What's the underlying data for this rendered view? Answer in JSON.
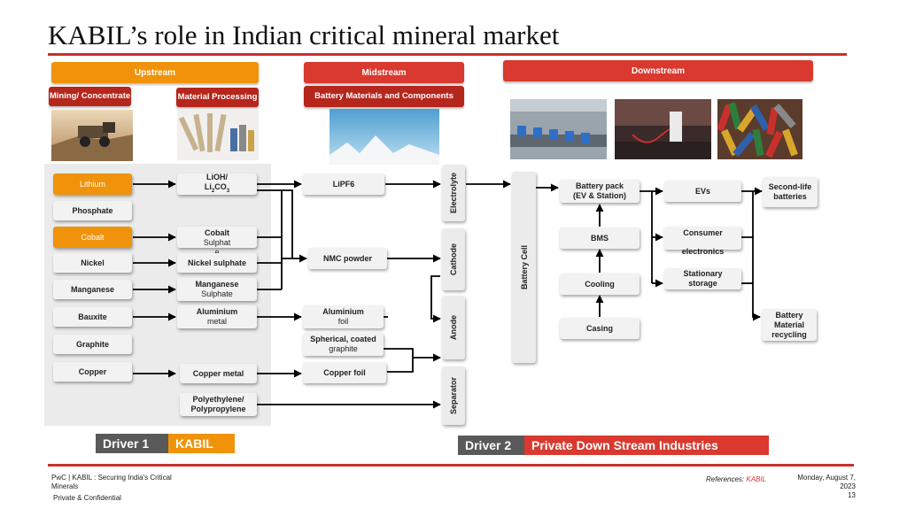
{
  "title": "KABIL’s role in Indian critical mineral market",
  "stages": {
    "upstream": "Upstream",
    "midstream": "Midstream",
    "downstream": "Downstream"
  },
  "substages": {
    "mining": "Mining/ Concentrate",
    "processing": "Material Processing",
    "battery_materials": "Battery Materials and Components"
  },
  "minerals": {
    "lithium": "Lithium",
    "phosphate": "Phosphate",
    "cobalt": "Cobalt",
    "nickel": "Nickel",
    "manganese": "Manganese",
    "bauxite": "Bauxite",
    "graphite": "Graphite",
    "copper": "Copper"
  },
  "processed": {
    "lioh": "LiOH/",
    "li2co3_base": "Li",
    "li2co3_sub": "2",
    "li2co3_end": "CO",
    "li2co3_sub2": "3",
    "cobalt_sulphate_1": "Cobalt",
    "cobalt_sulphate_2": "Sulphat",
    "cobalt_sulphate_3": "e",
    "nickel_sulphate": "Nickel sulphate",
    "manganese_1": "Manganese",
    "manganese_2": "Sulphate",
    "aluminium_1": "Aluminium",
    "aluminium_2": "metal",
    "copper_metal": "Copper metal",
    "poly_1": "Polyethylene/",
    "poly_2": "Polypropylene"
  },
  "components": {
    "lipf6": "LiPF6",
    "nmc": "NMC powder",
    "al_foil_1": "Aluminium",
    "al_foil_2": "foil",
    "graphite_1": "Spherical, coated",
    "graphite_2": "graphite",
    "copper_foil": "Copper foil"
  },
  "cell_parts": {
    "electrolyte": "Electrolyte",
    "cathode": "Cathode",
    "anode": "Anode",
    "separator": "Separator",
    "battery_cell": "Battery Cell"
  },
  "pack": {
    "battery_pack_1": "Battery pack",
    "battery_pack_2": "(EV & Station)",
    "bms": "BMS",
    "cooling": "Cooling",
    "casing": "Casing"
  },
  "applications": {
    "evs": "EVs",
    "consumer_1": "Consumer",
    "consumer_2": "electronics",
    "stationary_1": "Stationary",
    "stationary_2": "storage",
    "second_life_1": "Second-life",
    "second_life_2": "batteries",
    "recycling_1": "Battery",
    "recycling_2": "Material",
    "recycling_3": "recycling"
  },
  "drivers": {
    "driver1_label": "Driver 1",
    "driver1_value": "KABIL",
    "driver2_label": "Driver 2",
    "driver2_value": "Private Down Stream Industries"
  },
  "footer": {
    "source_1": "PwC | KABIL : Securing India's Critical",
    "source_2": "Minerals",
    "confidential": "Private & Confidential",
    "references_label": "References: ",
    "references_value": "KABIL",
    "date_1": "Monday, August 7,",
    "date_2": "2023",
    "page": "13"
  },
  "colors": {
    "accent_red": "#d9392f",
    "upstream_orange": "#f0930b",
    "driver_gray": "#595959"
  }
}
